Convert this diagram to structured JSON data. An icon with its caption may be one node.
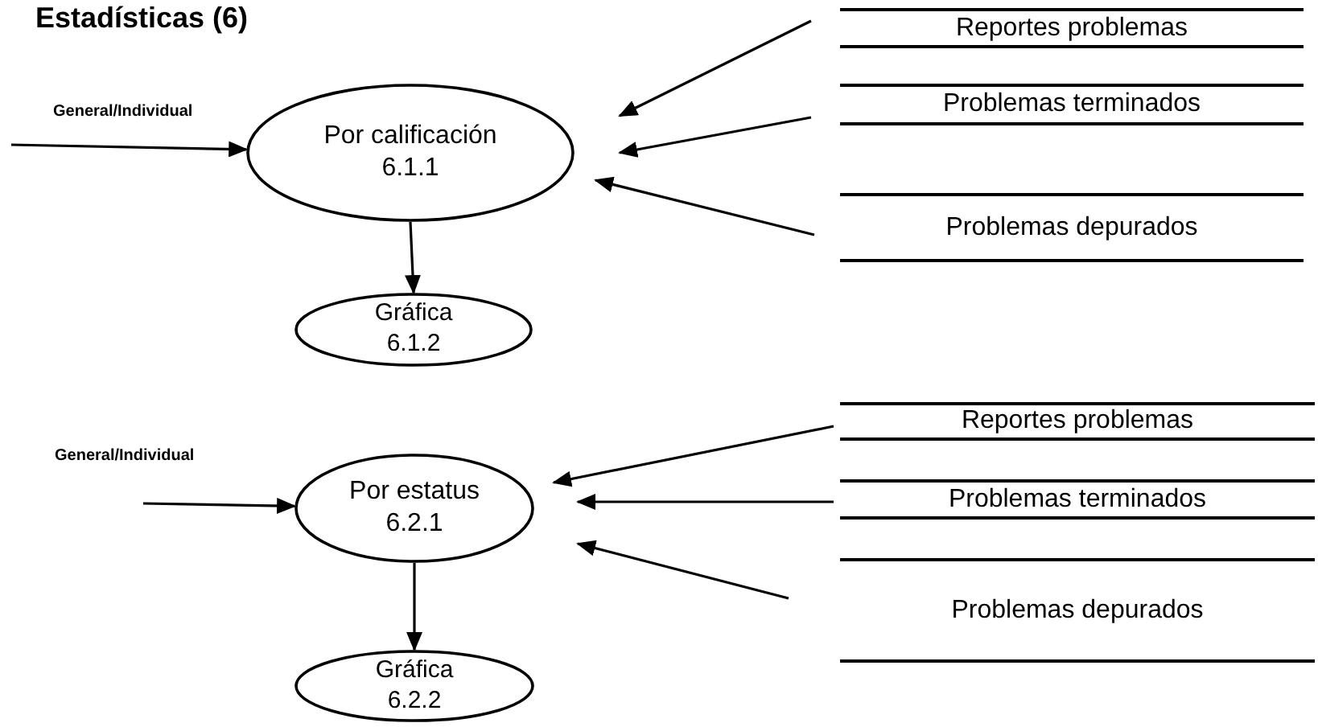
{
  "diagram": {
    "title": "Estadísticas (6)",
    "nodes": [
      {
        "text": [
          "Por calificación",
          "6.1.1"
        ]
      },
      {
        "text": [
          "Gráfica",
          "6.1.2"
        ]
      },
      {
        "text": [
          "Reportes problemas"
        ]
      },
      {
        "text": [
          "Problemas terminados"
        ]
      },
      {
        "text": [
          "Problemas depurados"
        ]
      },
      {
        "text": [
          "Por estatus",
          "6.2.1"
        ]
      },
      {
        "text": [
          "Gráfica",
          "6.2.2"
        ]
      },
      {
        "text": [
          "Reportes problemas"
        ]
      },
      {
        "text": [
          "Problemas terminados"
        ]
      },
      {
        "text": [
          "Problemas depurados"
        ]
      }
    ],
    "edges": [
      {
        "from": null,
        "to": 0,
        "arrow": "to",
        "label": "General/Individual"
      },
      {
        "from": 0,
        "to": 1,
        "arrow": "to"
      },
      {
        "from": 2,
        "to": 0,
        "arrow": "to"
      },
      {
        "from": 3,
        "to": 0,
        "arrow": "to"
      },
      {
        "from": 4,
        "to": 0,
        "arrow": "to"
      },
      {
        "from": null,
        "to": 5,
        "arrow": "to",
        "label": "General/Individual"
      },
      {
        "from": 5,
        "to": 6,
        "arrow": "to"
      },
      {
        "from": 7,
        "to": 5,
        "arrow": "to"
      },
      {
        "from": 8,
        "to": 5,
        "arrow": "to"
      },
      {
        "from": 9,
        "to": 5,
        "arrow": "to"
      }
    ]
  }
}
